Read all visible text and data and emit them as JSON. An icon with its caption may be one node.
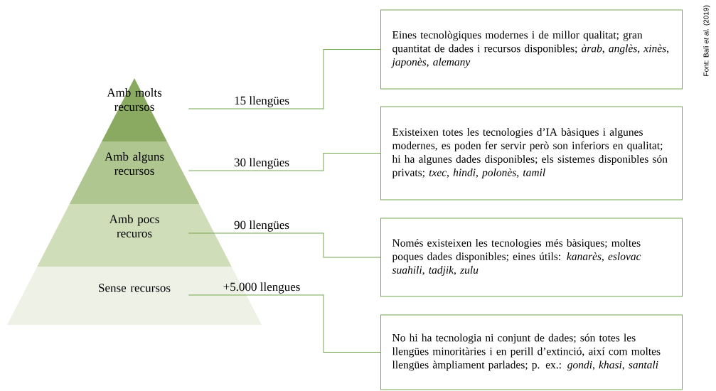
{
  "diagram": {
    "nodes": [
      {
        "text": [
          "Amb molts recursos"
        ]
      },
      {
        "text": [
          "Amb alguns recursos"
        ]
      },
      {
        "text": [
          "Amb pocs recuros"
        ]
      },
      {
        "text": [
          "Sense recursos"
        ]
      },
      {
        "text": [
          "Eines tecnològiques modernes i de millor qualitat; gran quantitat de dades i recursos disponibles; *àrab*, *anglès*, *xinès*, *japonès*, *alemany*"
        ]
      },
      {
        "text": [
          "Existeixen totes les tecnologies d’IA bàsiques i algunes modernes, es poden fer servir però son inferiors en qualitat; hi ha algunes dades disponibles; els sistemes disponibles són privats; *txec*, *hindi*, *polonès*, *tamil*"
        ]
      },
      {
        "text": [
          "Només existeixen les tecnologies més bàsiques; moltes poques dades disponibles; eines útils: *kanarès*, *eslovac suahili*, *tadjik*, *zulu*"
        ]
      },
      {
        "text": [
          "No hi ha tecnologia ni conjunt de dades; són totes les llengües minoritàries i en perill d’extinció, així com moltes llengües àmpliament parlades; p. ex.: *gondi*, *khasi*, *santali*"
        ]
      }
    ],
    "edges": [
      {
        "from": 0,
        "to": 4,
        "arrow": "none",
        "label": "15 llengües"
      },
      {
        "from": 1,
        "to": 5,
        "arrow": "none",
        "label": "30 llengües"
      },
      {
        "from": 2,
        "to": 6,
        "arrow": "none",
        "label": "90 llengües"
      },
      {
        "from": 3,
        "to": 7,
        "arrow": "none",
        "label": "+5.000 llengues"
      }
    ],
    "labels": [
      "Font: Bali *et al.* (2019)"
    ]
  }
}
